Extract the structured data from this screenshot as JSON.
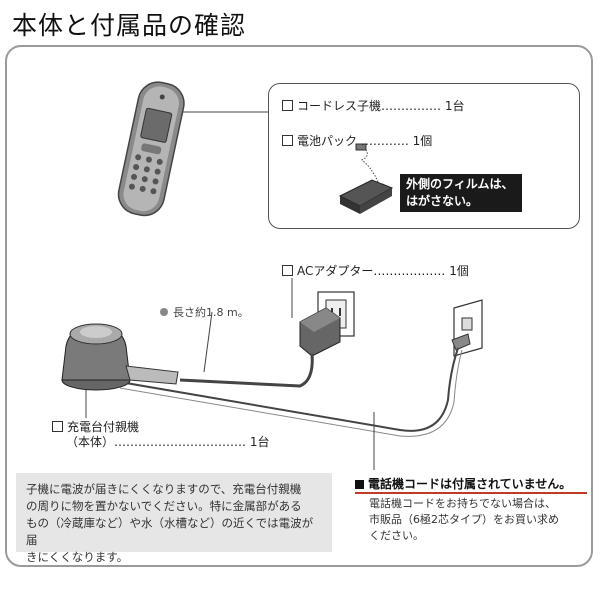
{
  "title": "本体と付属品の確認",
  "items": {
    "handset": "コードレス子機…………… 1台",
    "battery": "電池パック ………… 1個",
    "adapter": "ACアダプター……………… 1個",
    "base_line1": "充電台付親機",
    "base_line2": "（本体）…………………………… 1台"
  },
  "film_note": {
    "line1": "外側のフィルムは、",
    "line2": "はがさない。"
  },
  "length_note": "長さ約1.8 m。",
  "caution": {
    "line1": "子機に電波が届きにくくなりますので、充電台付親機",
    "line2": "の周りに物を置かないでください。特に金属部がある",
    "line3": "もの（冷蔵庫など）や水（水槽など）の近くでは電波が届",
    "line4": "きにくくなります。"
  },
  "cord": {
    "heading": "電話機コードは付属されていません。",
    "line1": "電話機コードをお持ちでない場合は、",
    "line2": "市販品（6極2芯タイプ）をお買い求め",
    "line3": "ください。"
  }
}
